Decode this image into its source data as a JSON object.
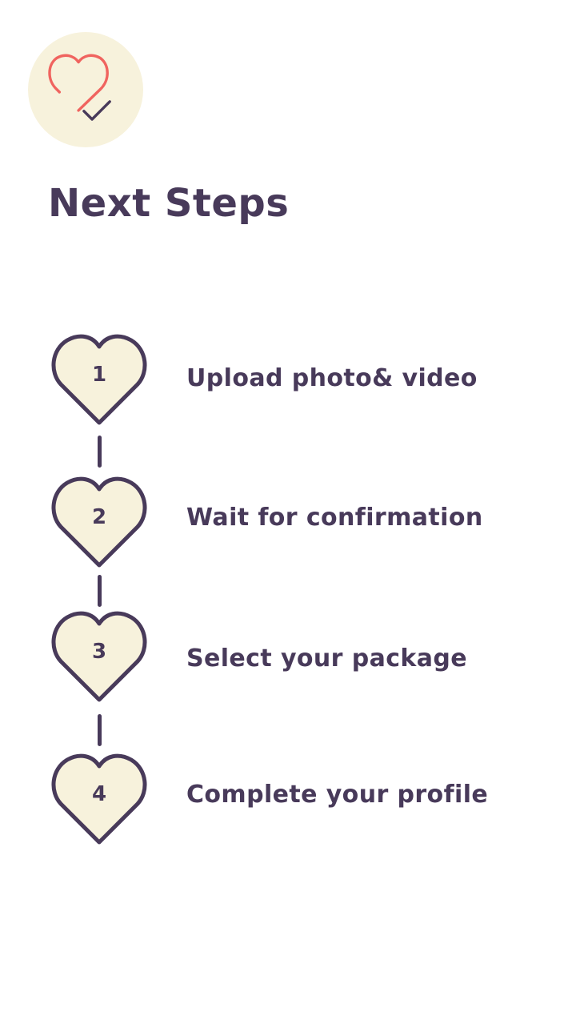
{
  "header": {
    "logo_icon": "heart-check-icon",
    "title": "Next Steps"
  },
  "colors": {
    "text": "#483a5a",
    "heart_fill": "#f7f2dc",
    "logo_bg": "#f7f2dc",
    "accent": "#f0645f"
  },
  "steps": [
    {
      "number": "1",
      "label": "Upload photo& video",
      "icon": "heart-icon"
    },
    {
      "number": "2",
      "label": "Wait for confirmation",
      "icon": "heart-icon"
    },
    {
      "number": "3",
      "label": "Select your package",
      "icon": "heart-icon"
    },
    {
      "number": "4",
      "label": "Complete your profile",
      "icon": "heart-icon"
    }
  ]
}
